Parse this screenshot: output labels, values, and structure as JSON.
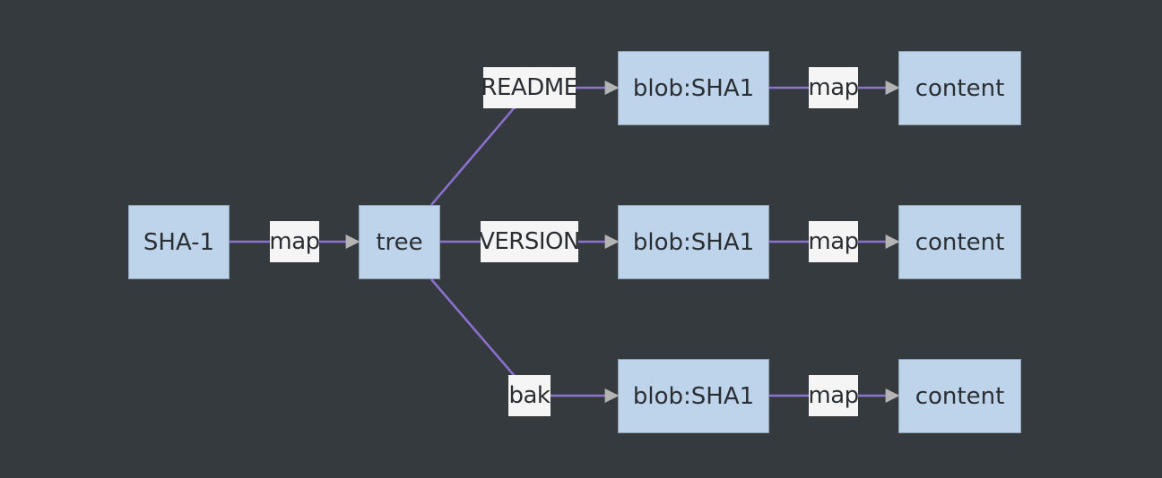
{
  "diagram": {
    "colors": {
      "background": "#353a3f",
      "node_fill": "#bdd4ea",
      "node_border": "#8fa2b5",
      "edge": "#8b72d1",
      "arrowhead": "#b4b4b4",
      "label_fill": "#f5f5f5",
      "text": "#2b2f33"
    },
    "nodes": {
      "sha1": "SHA-1",
      "tree": "tree",
      "blob_readme": "blob:SHA1",
      "blob_version": "blob:SHA1",
      "blob_bak": "blob:SHA1",
      "content_readme": "content",
      "content_version": "content",
      "content_bak": "content"
    },
    "edge_labels": {
      "sha1_tree": "map",
      "tree_readme": "README",
      "tree_version": "VERSION",
      "tree_bak": "bak",
      "readme_content": "map",
      "version_content": "map",
      "bak_content": "map"
    }
  }
}
